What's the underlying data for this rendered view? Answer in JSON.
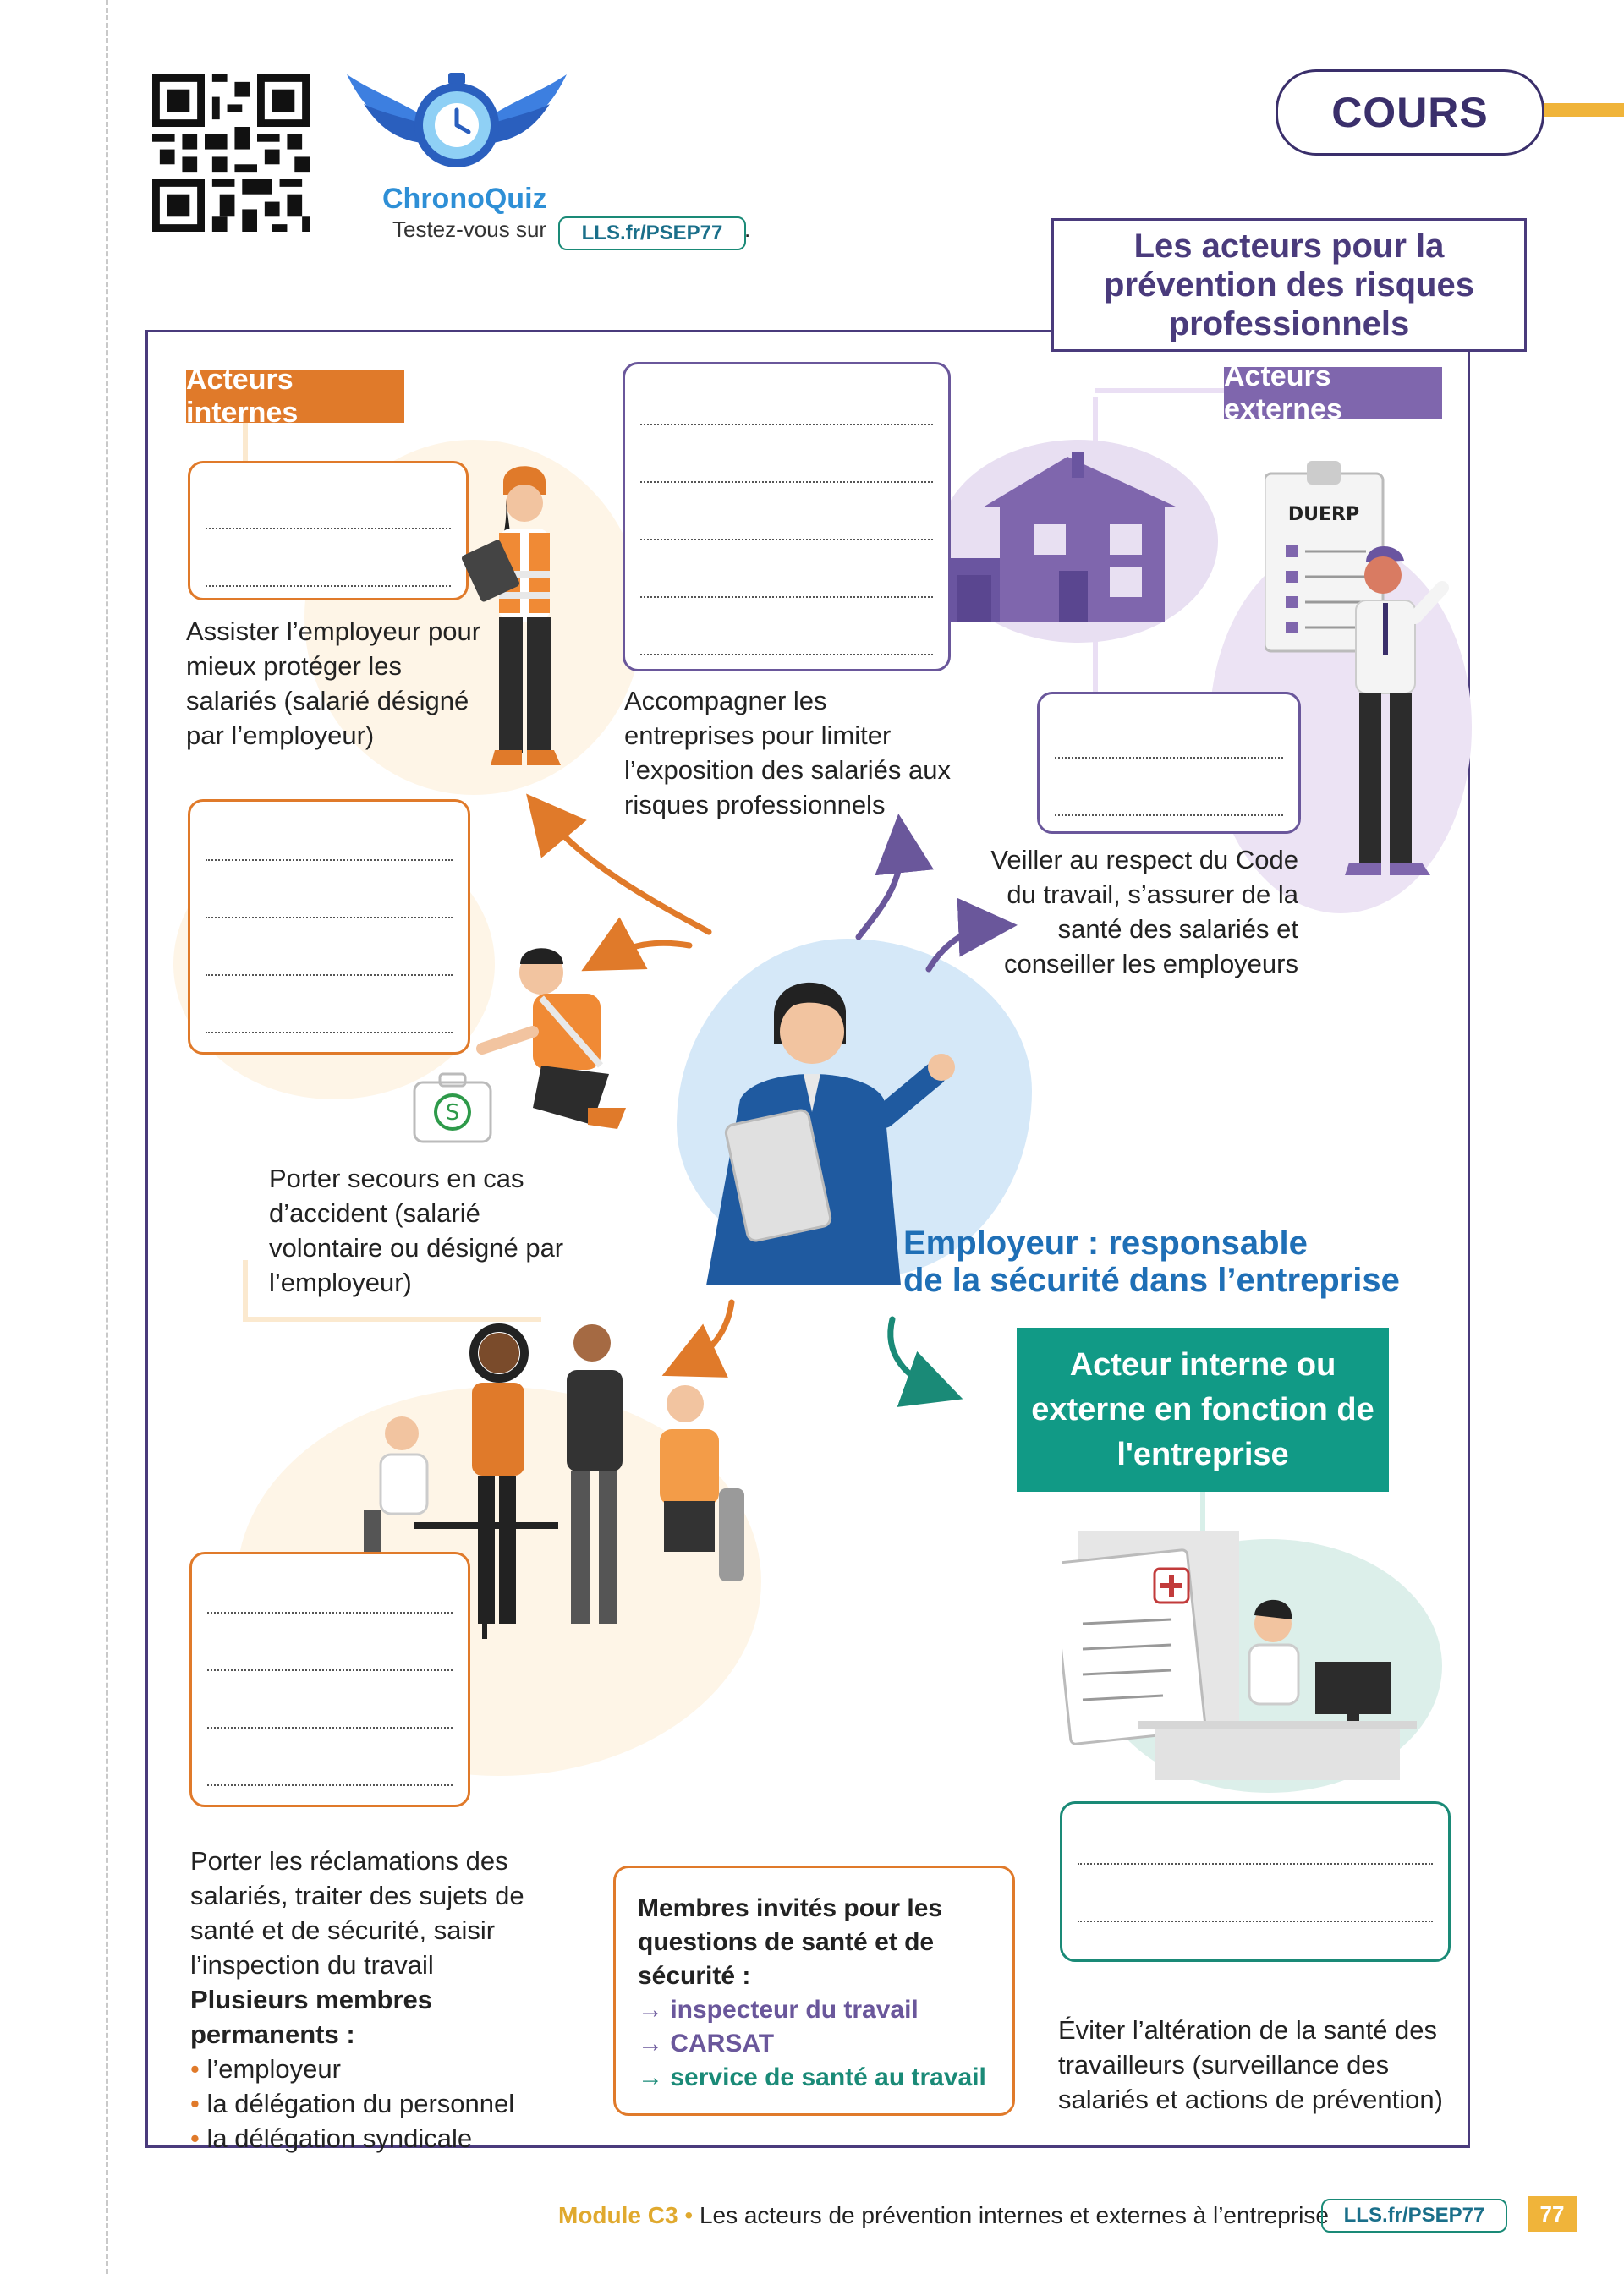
{
  "header": {
    "section_label": "COURS",
    "title": "Les acteurs pour la prévention des risques professionnels",
    "quiz_name": "ChronoQuiz",
    "quiz_prompt": "Testez-vous sur",
    "quiz_link": "LLS.fr/PSEP77",
    "quiz_suffix": "."
  },
  "tags": {
    "internal": "Acteurs internes",
    "external": "Acteurs externes"
  },
  "internal": {
    "assist_text": "Assister l’employeur pour mieux protéger les salariés (salarié désigné par l’employeur)",
    "rescue_text": "Porter secours en cas d’accident (salarié volontaire ou désigné par l’employeur)",
    "claims_text": "Porter les réclamations des salariés, traiter des sujets de santé et de sécurité, saisir l’inspection du travail",
    "permanent_title": "Plusieurs membres permanents :",
    "permanent_members": [
      "l’employeur",
      "la délégation du personnel",
      "la délégation syndicale"
    ]
  },
  "external": {
    "accompany_text": "Accompagner les entreprises pour limiter l’exposition des salariés aux risques professionnels",
    "inspect_text": "Veiller au respect du Code du travail, s’assurer de la santé des salariés et conseiller les employeurs",
    "duerp_label": "DUERP"
  },
  "employer": {
    "title_line1": "Employeur : responsable",
    "title_line2": "de la sécurité dans l’entreprise"
  },
  "health": {
    "box_title": "Acteur interne ou externe en fonction de l'entreprise",
    "text": "Éviter l’altération de la santé des travailleurs (surveillance des salariés et actions de prévention)"
  },
  "members_box": {
    "title": "Membres invités pour les questions de santé et de sécurité :",
    "items": [
      "→ inspecteur du travail",
      "→ CARSAT",
      "→ service de santé au travail"
    ]
  },
  "footer": {
    "module": "Module C3",
    "bullet": "•",
    "text": "Les acteurs de prévention internes et externes à l’entreprise",
    "link": "LLS.fr/PSEP77",
    "page": "77"
  },
  "colors": {
    "orange": "#e07a2a",
    "purple": "#7f66ad",
    "teal": "#119a86",
    "blue": "#1f6fb6",
    "yellow": "#f0b43a"
  }
}
